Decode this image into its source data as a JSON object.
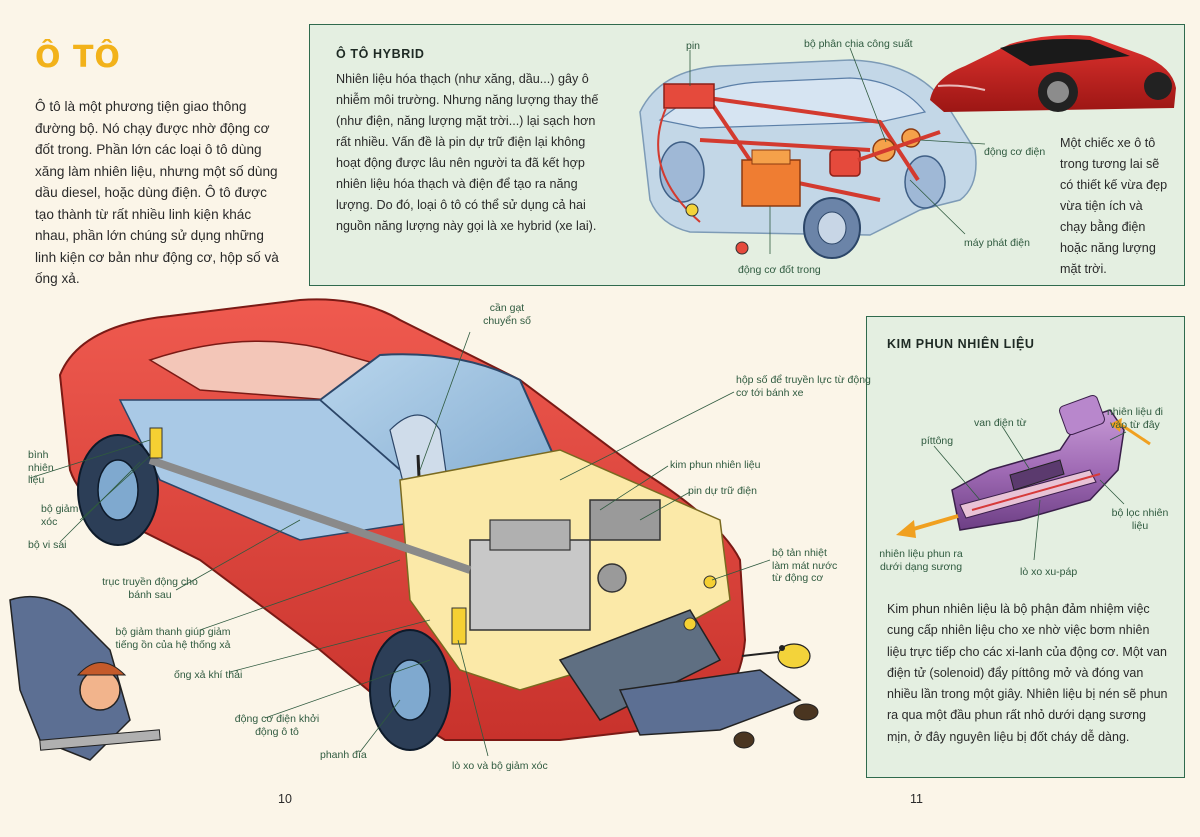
{
  "page": {
    "title": "Ô TÔ",
    "intro": "Ô tô là một phương tiện giao thông đường bộ. Nó chạy được nhờ động cơ đốt trong. Phần lớn các loại ô tô dùng xăng làm nhiên liệu, nhưng một số dùng dầu diesel, hoặc dùng điện. Ô tô được tạo thành từ rất nhiều linh kiện khác nhau, phần lớn chúng sử dụng những linh kiện cơ bản như động cơ, hộp số và ống xả.",
    "page_left": "10",
    "page_right": "11"
  },
  "hybrid": {
    "title": "Ô TÔ HYBRID",
    "text": "Nhiên liệu hóa thạch (như xăng, dầu...) gây ô nhiễm môi trường. Nhưng năng lượng thay thế (như điện, năng lượng mặt trời...) lại sạch hơn rất nhiều. Vấn đề là pin dự trữ điện lại không hoạt động được lâu nên người ta đã kết hợp nhiên liệu hóa thạch và điện để tạo ra năng lượng. Do đó, loại ô tô có thể sử dụng cả hai nguồn năng lượng này gọi là xe hybrid (xe lai).",
    "labels": {
      "pin": "pin",
      "splitter": "bộ phân chia công suất",
      "motor": "động cơ điện",
      "generator": "máy phát điện",
      "engine": "động cơ đốt trong"
    },
    "future_caption": "Một chiếc xe ô tô trong tương lai sẽ có thiết kế vừa đẹp vừa tiện ích và chạy bằng điện hoặc năng lượng mặt trời."
  },
  "car_labels": {
    "gear_lever": "cần gạt chuyển số",
    "gearbox": "hộp số để truyền lực từ động cơ tới bánh xe",
    "fuel_tank": "bình nhiên liệu",
    "shock_absorber": "bộ giảm xóc",
    "differential": "bộ vi sai",
    "fuel_injector": "kim phun nhiên liệu",
    "battery": "pin dự trữ điện",
    "radiator": "bộ tản nhiệt làm mát nước từ động cơ",
    "driveshaft": "trục truyền động cho bánh sau",
    "muffler": "bộ giảm thanh giúp giảm tiếng ồn của hệ thống xả",
    "exhaust": "ống xả khí thải",
    "starter": "động cơ điện khởi động ô tô",
    "disc_brake": "phanh đĩa",
    "spring": "lò xo và bộ giảm xóc"
  },
  "injector": {
    "title": "KIM PHUN NHIÊN LIỆU",
    "labels": {
      "solenoid": "van điện từ",
      "fuel_in": "nhiên liệu đi vào từ đây",
      "piston": "píttông",
      "filter": "bộ lọc nhiên liệu",
      "spray": "nhiên liệu phun ra dưới dạng sương",
      "valve_spring": "lò xo xu-páp"
    },
    "text": "Kim phun nhiên liệu là bộ phận đảm nhiệm việc cung cấp nhiên liệu cho xe nhờ việc bơm nhiên liệu trực tiếp cho các xi-lanh của động cơ. Một van điện tử (solenoid) đẩy píttông mở và đóng van nhiều lần trong một giây. Nhiên liệu bị nén sẽ phun ra qua một đầu phun rất nhỏ dưới dạng sương mịn, ở đây nguyên liệu bị đốt cháy dễ dàng."
  },
  "colors": {
    "title_yellow": "#f2b21a",
    "box_green": "#e4efe1",
    "border_green": "#2f6a4d",
    "car_red": "#e03c35",
    "glass_blue": "#9ec3e0",
    "injector_purple": "#a06bb5"
  }
}
